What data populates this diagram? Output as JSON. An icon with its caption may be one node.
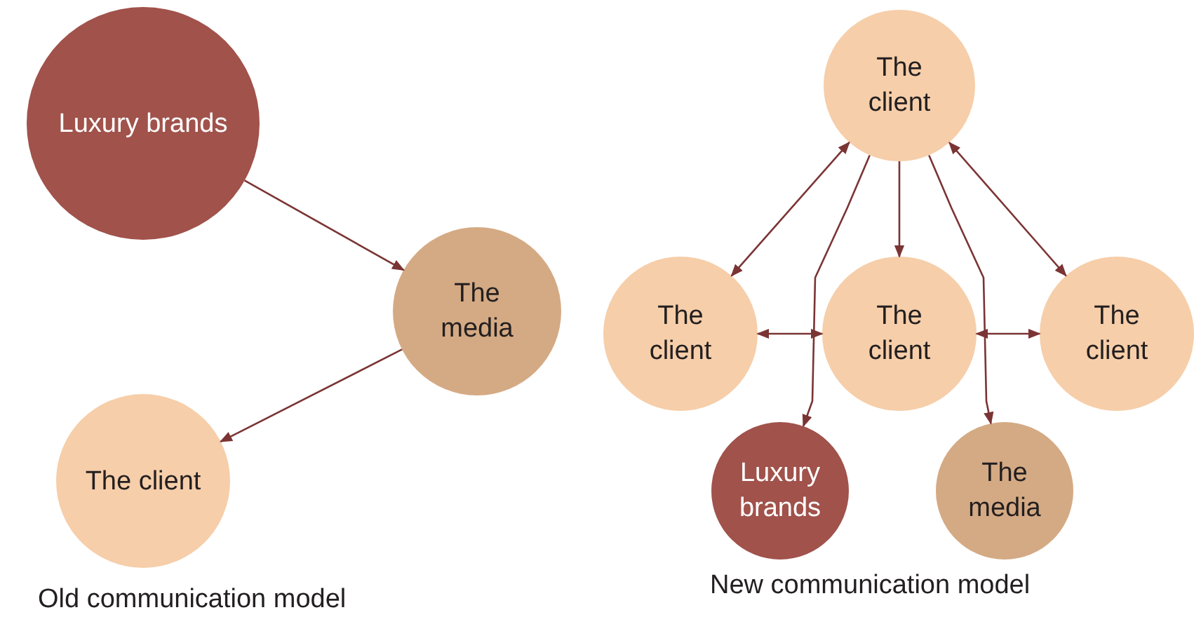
{
  "diagram": {
    "nodes": [
      {
        "text": [
          "Luxury brands"
        ]
      },
      {
        "text": [
          "The media"
        ]
      },
      {
        "text": [
          "The client"
        ]
      },
      {
        "text": [
          "The client"
        ]
      },
      {
        "text": [
          "The client"
        ]
      },
      {
        "text": [
          "The client"
        ]
      },
      {
        "text": [
          "The client"
        ]
      },
      {
        "text": [
          "Luxury brands"
        ]
      },
      {
        "text": [
          "The media"
        ]
      }
    ],
    "edges": [
      {
        "from": 0,
        "to": 1,
        "arrow": "to"
      },
      {
        "from": 1,
        "to": 2,
        "arrow": "to"
      },
      {
        "from": 3,
        "to": 4,
        "arrow": "both"
      },
      {
        "from": 3,
        "to": 5,
        "arrow": "to"
      },
      {
        "from": 3,
        "to": 6,
        "arrow": "both"
      },
      {
        "from": 4,
        "to": 5,
        "arrow": "both"
      },
      {
        "from": 5,
        "to": 6,
        "arrow": "both"
      },
      {
        "from": 3,
        "to": 7,
        "arrow": "to"
      },
      {
        "from": 3,
        "to": 8,
        "arrow": "to"
      }
    ],
    "labels": [
      "Old communication model",
      "New communication model"
    ]
  }
}
